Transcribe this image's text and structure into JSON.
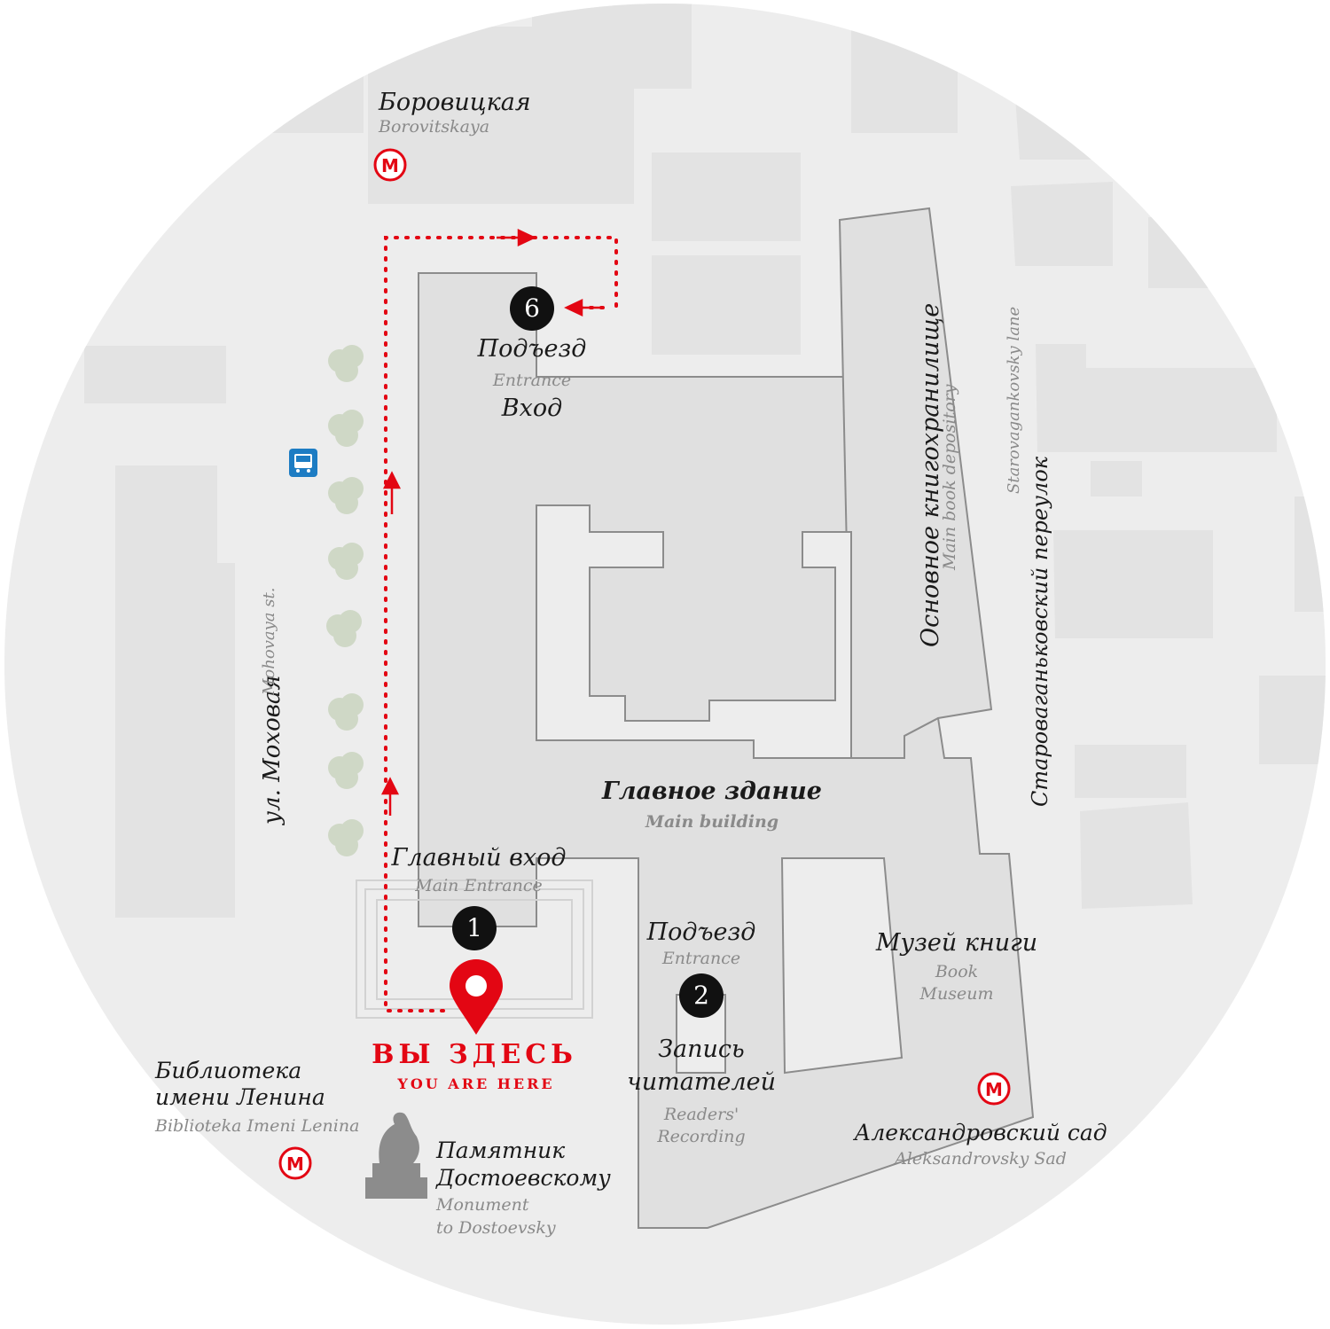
{
  "colors": {
    "background": "#ededed",
    "block": "#e2e2e2",
    "building": "#e0e0e0",
    "building_stroke": "#8c8c8c",
    "route": "#e30613",
    "tree": "#cfd8c6",
    "metro": "#e30613",
    "bus": "#1d7cc3"
  },
  "icons": [
    "metro-icon",
    "bus-stop-icon",
    "location-pin-icon",
    "tree-icon",
    "monument-icon",
    "route-arrow-icon"
  ],
  "metro": {
    "borovitskaya": {
      "ru": "Боровицкая",
      "en": "Borovitskaya"
    },
    "biblioteka": {
      "ru_line1": "Библиотека",
      "ru_line2": "имени Ленина",
      "en": "Biblioteka Imeni Lenina"
    },
    "aleksandrovsky": {
      "ru": "Александровский сад",
      "en": "Aleksandrovsky Sad"
    }
  },
  "streets": {
    "mokhovaya": {
      "ru": "ул. Моховая",
      "en": "Mohovaya st."
    },
    "starovagankovsky": {
      "ru": "Староваганьковский переулок",
      "en": "Starovagankovsky lane"
    }
  },
  "buildings": {
    "main": {
      "ru": "Главное здание",
      "en": "Main building"
    },
    "depository": {
      "ru": "Основное книгохранилище",
      "en": "Main book depository"
    },
    "museum": {
      "ru": "Музей книги",
      "en_line1": "Book",
      "en_line2": "Museum"
    }
  },
  "entrances": {
    "main": {
      "number": "1",
      "ru": "Главный вход",
      "en": "Main Entrance"
    },
    "readers": {
      "number": "2",
      "ru_top": "Подъезд",
      "en_top": "Entrance",
      "ru_line1": "Запись",
      "ru_line2": "читателей",
      "en_line1": "Readers'",
      "en_line2": "Recording"
    },
    "sixth": {
      "number": "6",
      "ru_top": "Подъезд",
      "en": "Entrance",
      "ru_bottom": "Вход"
    }
  },
  "you_are_here": {
    "ru": "ВЫ ЗДЕСЬ",
    "en": "YOU ARE HERE"
  },
  "monument": {
    "ru_line1": "Памятник",
    "ru_line2": "Достоевскому",
    "en_line1": "Monument",
    "en_line2": "to Dostoevsky"
  }
}
